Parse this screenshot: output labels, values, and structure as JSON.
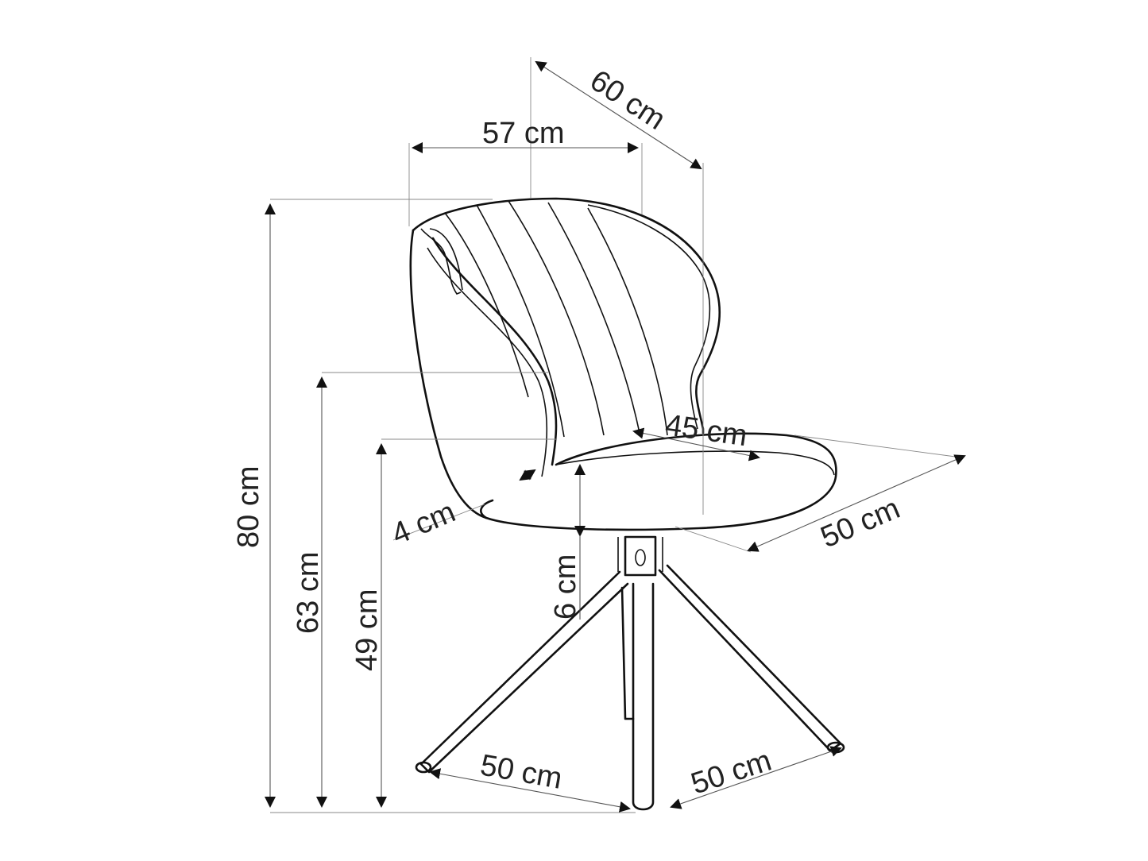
{
  "dimensions": {
    "depth_total": "60 cm",
    "width_total": "57 cm",
    "height_total": "80 cm",
    "armrest_height": "63 cm",
    "seat_height": "49 cm",
    "seat_depth": "45 cm",
    "seat_width": "50 cm",
    "shell_thickness": "4 cm",
    "seat_thickness": "6 cm",
    "leg_span_left": "50 cm",
    "leg_span_right": "50 cm"
  }
}
